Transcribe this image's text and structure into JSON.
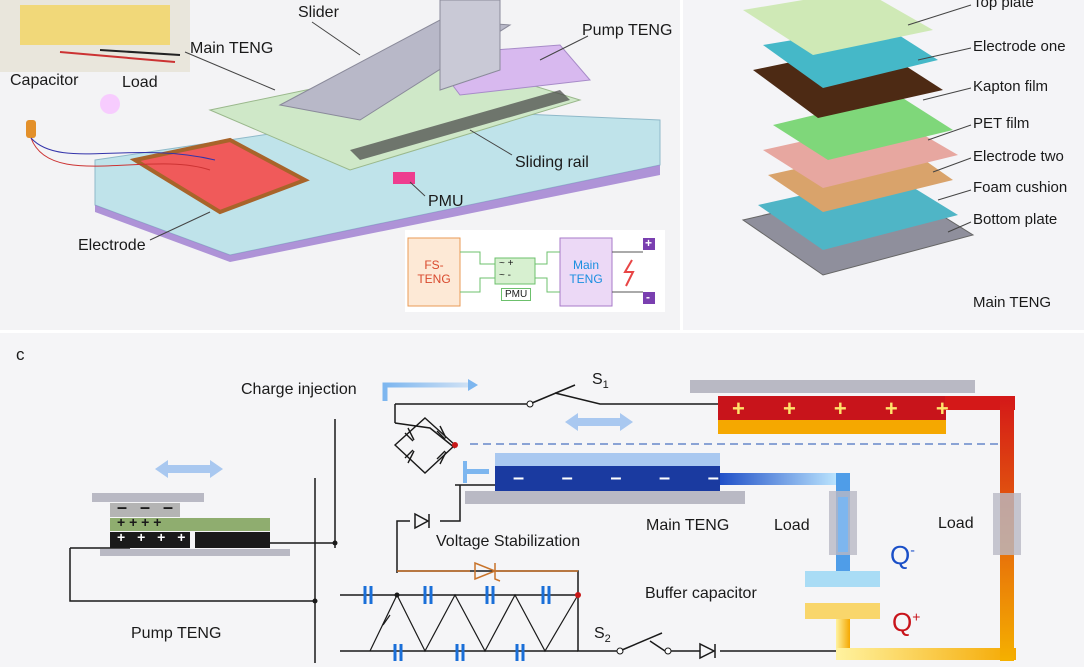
{
  "panel_a": {
    "labels": {
      "slider": "Slider",
      "main_teng": "Main TENG",
      "pump_teng": "Pump TENG",
      "capacitor": "Capacitor",
      "load": "Load",
      "sliding_rail": "Sliding rail",
      "pmu": "PMU",
      "electrode": "Electrode"
    },
    "inset": {
      "fs_teng": "FS-\nTENG",
      "pmu_box": "PMU",
      "main_teng": "Main\nTENG",
      "plus": "+",
      "minus": "-",
      "ac_top": "~  +",
      "ac_bot": "~  -"
    }
  },
  "panel_b": {
    "layers": [
      "Top plate",
      "Electrode one",
      "Kapton film",
      "PET film",
      "Electrode two",
      "Foam cushion",
      "Bottom plate"
    ],
    "caption": "Main TENG"
  },
  "panel_c": {
    "panel_letter": "c",
    "charge_injection": "Charge injection",
    "s1": "S",
    "s1_sub": "1",
    "s2": "S",
    "s2_sub": "2",
    "main_teng": "Main TENG",
    "load_center": "Load",
    "load_right": "Load",
    "voltage_stabilization": "Voltage Stabilization",
    "buffer_capacitor": "Buffer capacitor",
    "pump_teng": "Pump TENG",
    "q_minus": "Q",
    "q_minus_sup": "-",
    "q_plus": "Q",
    "q_plus_sup": "+",
    "pump_top_signs": "– – –",
    "pump_mid_signs": "+    +    +    +",
    "pump_bot_signs": "+ + + +"
  },
  "colors": {
    "red_layer": "#c8141b",
    "orange_layer": "#f5a800",
    "blue_layer": "#1a3aa0",
    "light_blue": "#a9c8f0",
    "grey_plate": "#b9b9c4",
    "q_minus": "#1a4fc8",
    "q_plus": "#c8141b",
    "wire": "#1a1a1a",
    "capacitor": "#1a6fd8",
    "zener": "#c8732a"
  }
}
